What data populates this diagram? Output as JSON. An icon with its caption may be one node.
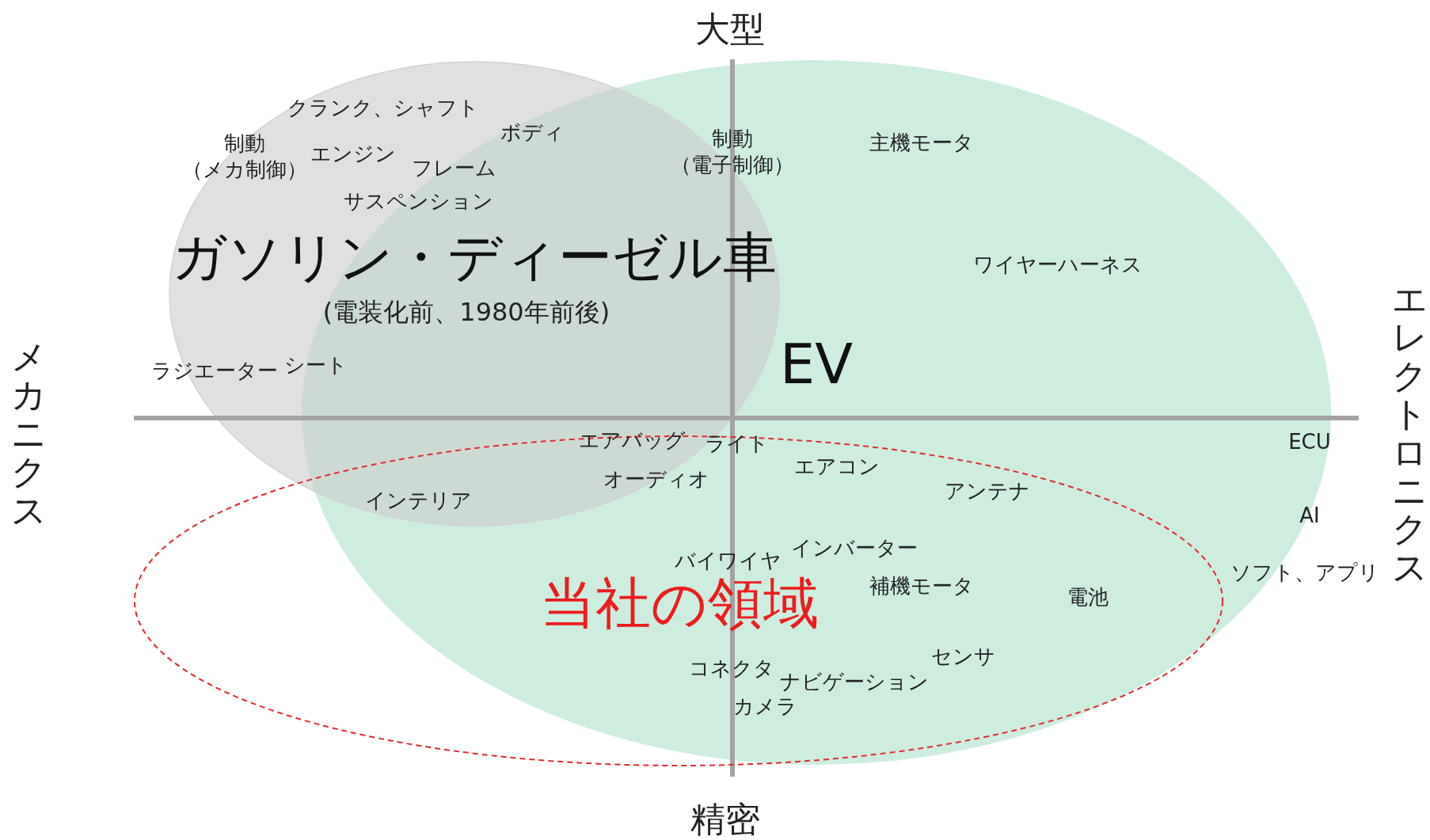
{
  "diagram": {
    "nodes": [
      {
        "text": [
          "EV"
        ]
      },
      {
        "text": [
          "ガソリン・ディーゼル車",
          "(電装化前、1980年前後)"
        ]
      },
      {
        "text": [
          "当社の領域"
        ]
      }
    ],
    "edges": [],
    "labels": [
      "大型",
      "メカニクス",
      "エレクトロニクス",
      "精密",
      "クランク、シャフト",
      "制動（メカ制御）",
      "エンジン",
      "ボディ",
      "フレーム",
      "サスペンション",
      "制動（電子制御）",
      "主機モータ",
      "ワイヤーハーネス",
      "ラジエーター",
      "シート",
      "エアバッグ",
      "ライト",
      "ECU",
      "オーディオ",
      "エアコン",
      "アンテナ",
      "インテリア",
      "AI",
      "インバーター",
      "バイワイヤ",
      "ソフト、アプリ",
      "補機モータ",
      "電池",
      "センサ",
      "コネクタ",
      "ナビゲーション",
      "カメラ"
    ]
  }
}
